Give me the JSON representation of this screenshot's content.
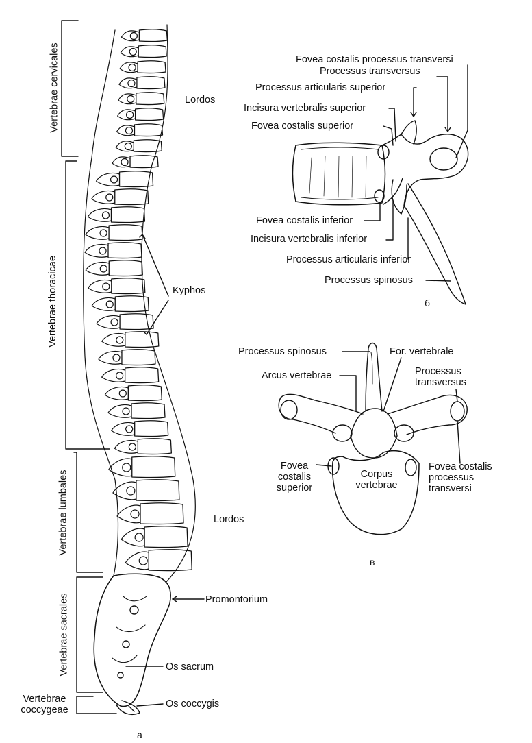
{
  "figure_a": {
    "panel_letter": "а",
    "regions": {
      "cervical": "Vertebrae cervicales",
      "thoracic": "Vertebrae thoracicae",
      "lumbar": "Vertebrae lumbales",
      "sacral": "Vertebrae sacrales",
      "coccygeal_line1": "Vertebrae",
      "coccygeal_line2": "coccygeae"
    },
    "curvatures": {
      "lordos_upper": "Lordos",
      "kyphos": "Kyphos",
      "lordos_lower": "Lordos"
    },
    "landmarks": {
      "promontorium": "Promontorium",
      "os_sacrum": "Os sacrum",
      "os_coccygis": "Os coccygis"
    }
  },
  "figure_b": {
    "panel_letter": "б",
    "labels": {
      "fovea_costalis_proc_transv": "Fovea costalis processus transversi",
      "processus_transversus": "Processus transversus",
      "processus_articularis_superior": "Processus articularis superior",
      "incisura_vertebralis_superior": "Incisura vertebralis superior",
      "fovea_costalis_superior": "Fovea costalis superior",
      "fovea_costalis_inferior": "Fovea costalis inferior",
      "incisura_vertebralis_inferior": "Incisura vertebralis inferior",
      "processus_articularis_inferior": "Processus articularis inferior",
      "processus_spinosus": "Processus spinosus"
    }
  },
  "figure_c": {
    "panel_letter": "в",
    "labels": {
      "processus_spinosus": "Processus spinosus",
      "foramen_vertebrale": "For. vertebrale",
      "arcus_vertebrae": "Arcus vertebrae",
      "processus_transversus_line1": "Processus",
      "processus_transversus_line2": "transversus",
      "fovea_costalis_superior_line1": "Fovea",
      "fovea_costalis_superior_line2": "costalis",
      "fovea_costalis_superior_line3": "superior",
      "corpus_line1": "Corpus",
      "corpus_line2": "vertebrae",
      "fovea_costalis_pt_line1": "Fovea costalis",
      "fovea_costalis_pt_line2": "processus",
      "fovea_costalis_pt_line3": "transversi"
    }
  }
}
